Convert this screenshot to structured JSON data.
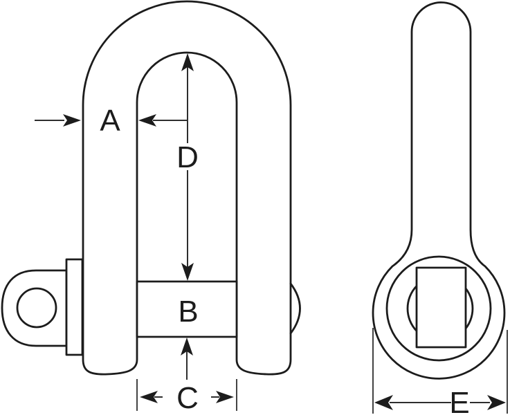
{
  "diagram": {
    "labels": {
      "a": "A",
      "b": "B",
      "c": "C",
      "d": "D",
      "e": "E"
    },
    "colors": {
      "background": "#ffffff",
      "outline": "#1c1c1c",
      "dimension": "#2e2e2e"
    }
  }
}
